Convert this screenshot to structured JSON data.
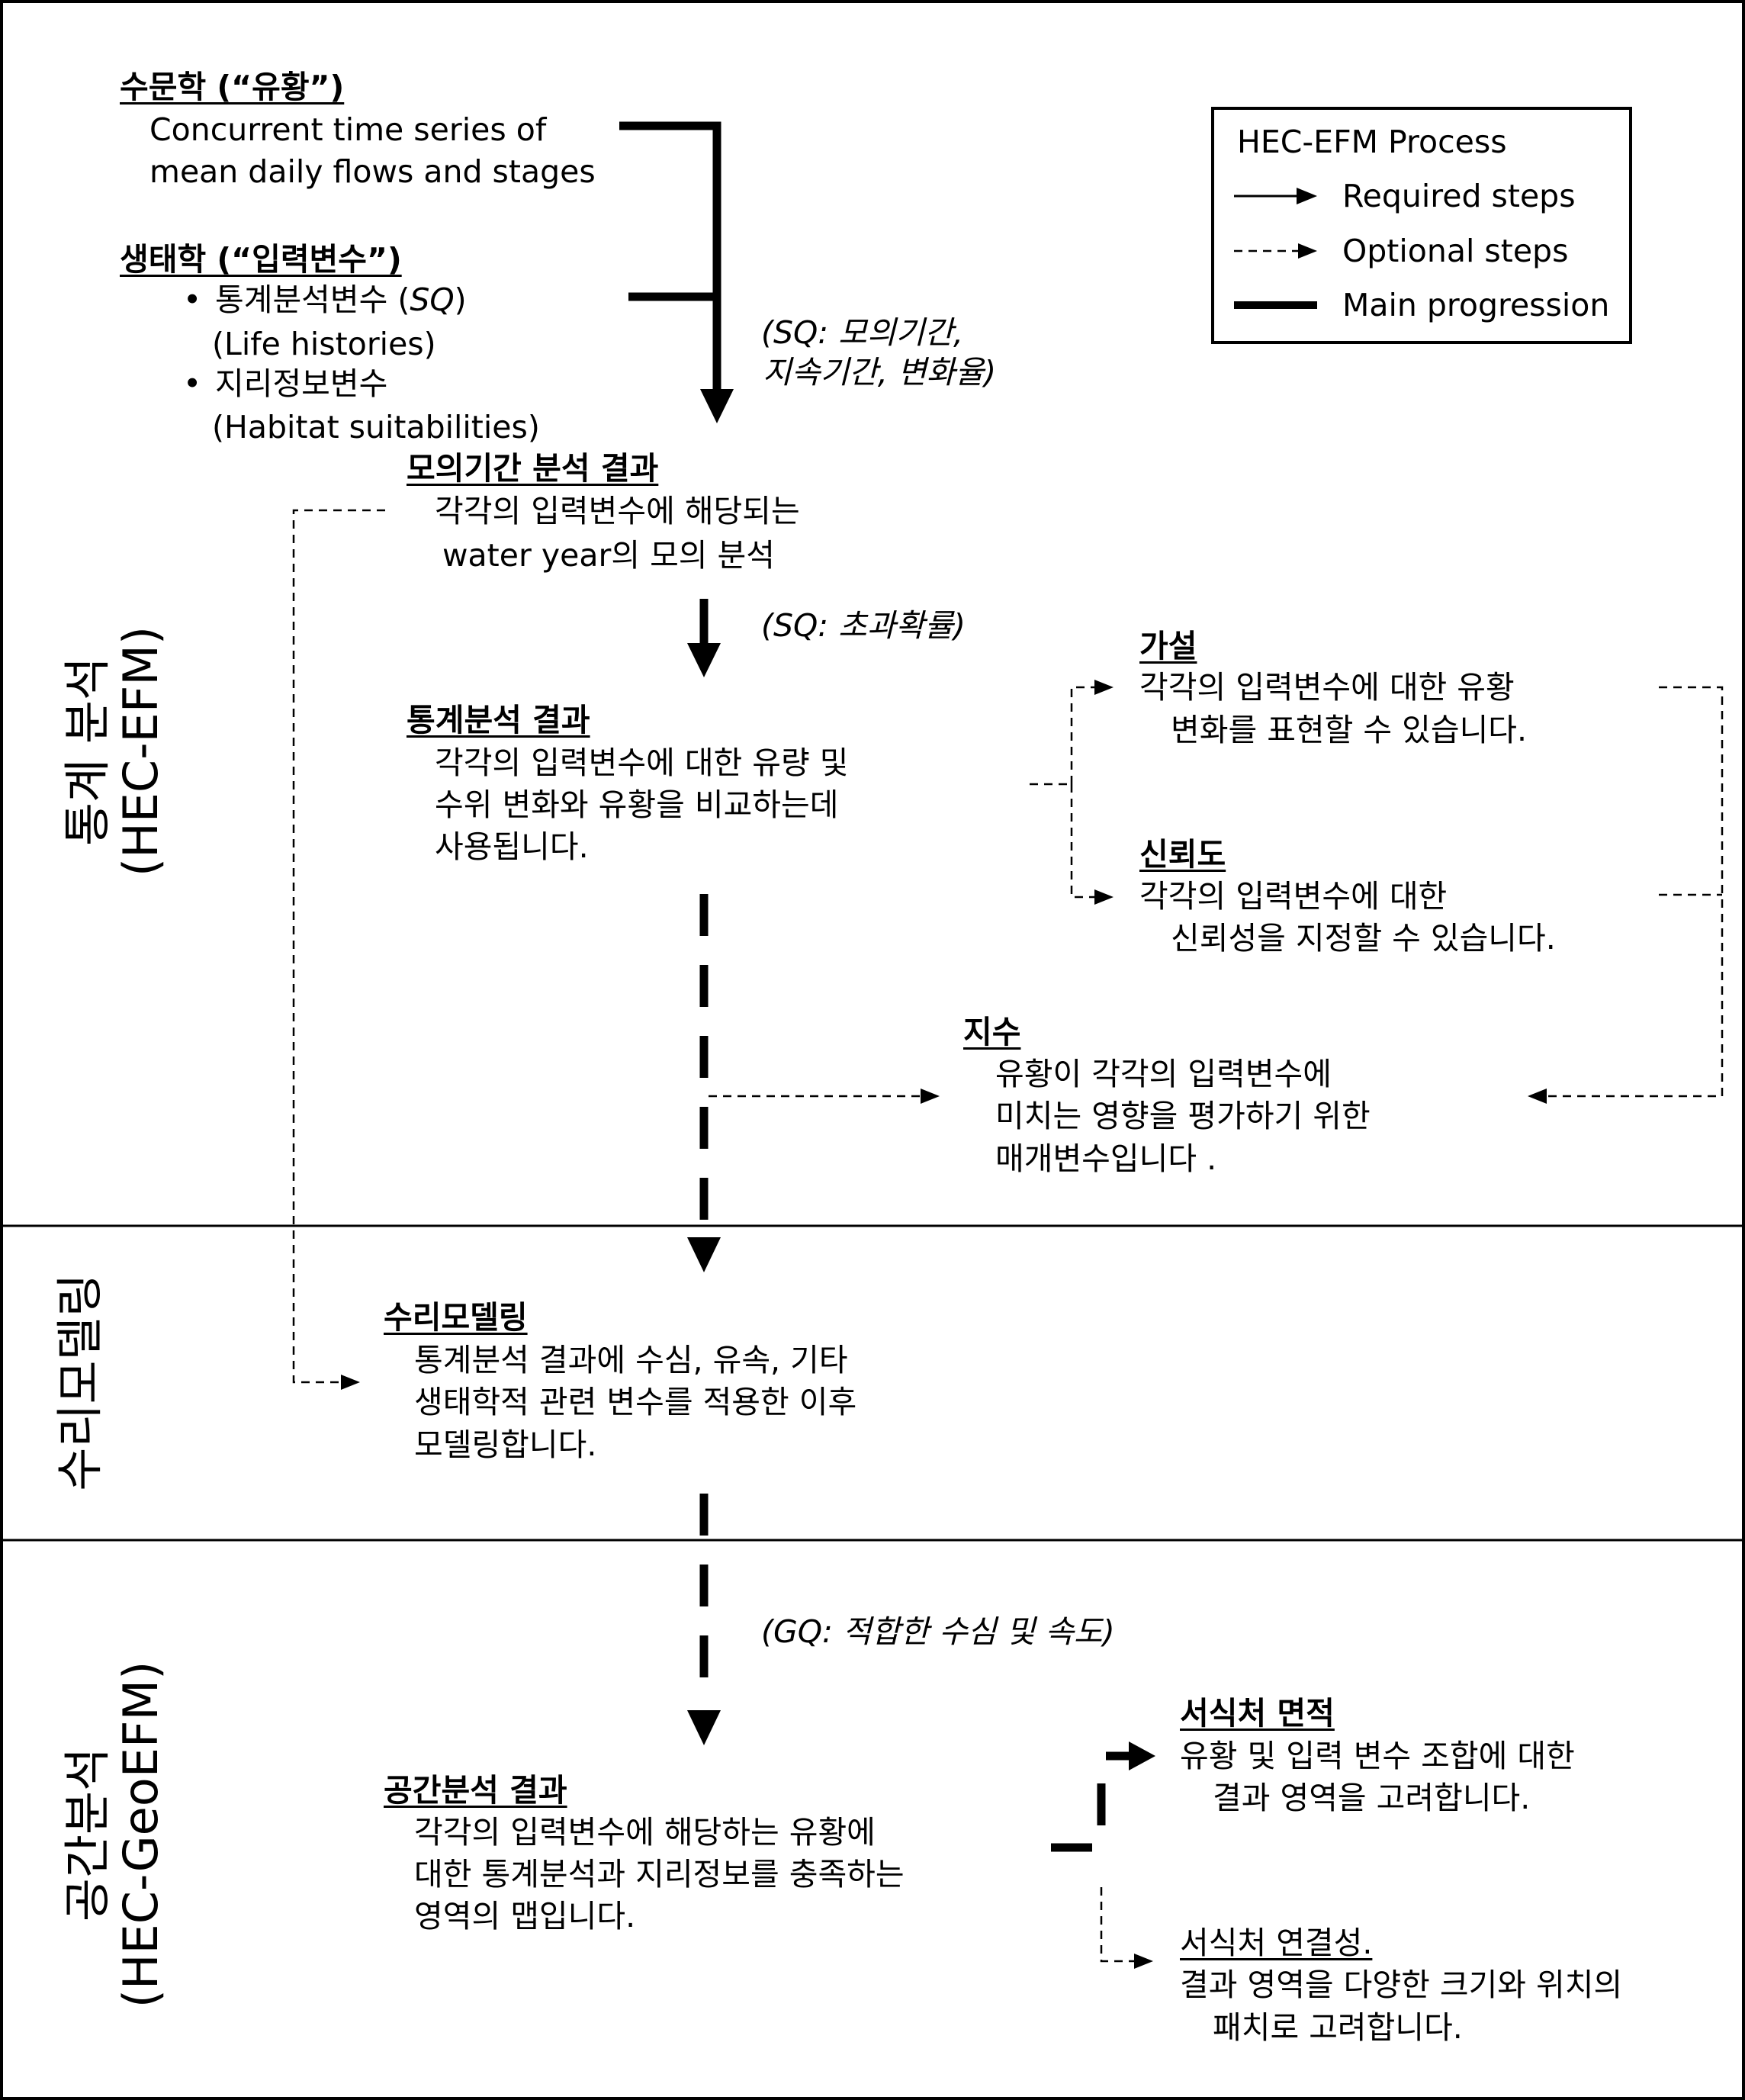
{
  "sections": {
    "statistical": [
      "통계 분석",
      "(HEC-EFM)"
    ],
    "hydraulic": [
      "수리모델링"
    ],
    "spatial": [
      "공간분석",
      "(HEC-GeoEFM)"
    ]
  },
  "legend": {
    "title": "HEC-EFM Process",
    "required": "Required steps",
    "optional": "Optional steps",
    "main": "Main progression"
  },
  "hydrology": {
    "title": "수문학 (“유황”)",
    "line1": "Concurrent time series of",
    "line2": "mean daily flows and stages"
  },
  "ecology": {
    "title": "생태학 (“입력변수”)",
    "item1_pre": "통계분석변수 (",
    "item1_italic": "SQ",
    "item1_post": ")",
    "item1_sub": "(Life histories)",
    "item2": "지리정보변수",
    "item2_sub": "(Habitat suitabilities)",
    "bullet": "•"
  },
  "annotations": {
    "sq1_line1": "(SQ: 모의기간,",
    "sq1_line2": "지속기간, 변화율)",
    "sq2": "(SQ: 초과확률)",
    "gq": "(GQ: 적합한 수심 및 속도)"
  },
  "simulation": {
    "title": "모의기간 분석 결과",
    "line1": "각각의 입력변수에 해당되는",
    "line2": "water year의 모의 분석"
  },
  "statistics": {
    "title": "통계분석 결과",
    "line1": "각각의 입력변수에 대한 유량 및",
    "line2": "수위 변화와 유황을 비교하는데",
    "line3": "사용됩니다."
  },
  "hypothesis": {
    "title": "가설",
    "line1": "각각의 입력변수에 대한 유황",
    "line2": "변화를 표현할 수 있습니다."
  },
  "reliability": {
    "title": "신뢰도",
    "line1": "각각의 입력변수에 대한",
    "line2": "신뢰성을 지정할 수 있습니다."
  },
  "index": {
    "title": "지수",
    "line1": "유황이 각각의 입력변수에",
    "line2": "미치는 영향을 평가하기 위한",
    "line3": "매개변수입니다 ."
  },
  "hydraulic_modeling": {
    "title": "수리모델링",
    "line1": "통계분석 결과에 수심, 유속, 기타",
    "line2": "생태학적 관련 변수를 적용한 이후",
    "line3": "모델링합니다."
  },
  "spatial_result": {
    "title": "공간분석 결과",
    "line1": "각각의 입력변수에 해당하는 유황에",
    "line2": "대한 통계분석과  지리정보를 충족하는",
    "line3": "영역의 맵입니다."
  },
  "habitat_area": {
    "title": "서식처 면적",
    "line1": "유황 및 입력 변수 조합에 대한",
    "line2": "결과 영역을 고려합니다."
  },
  "habitat_connectivity": {
    "title": "서식처 연결성.",
    "line1": "결과 영역을 다양한 크기와 위치의",
    "line2": "패치로 고려합니다."
  }
}
